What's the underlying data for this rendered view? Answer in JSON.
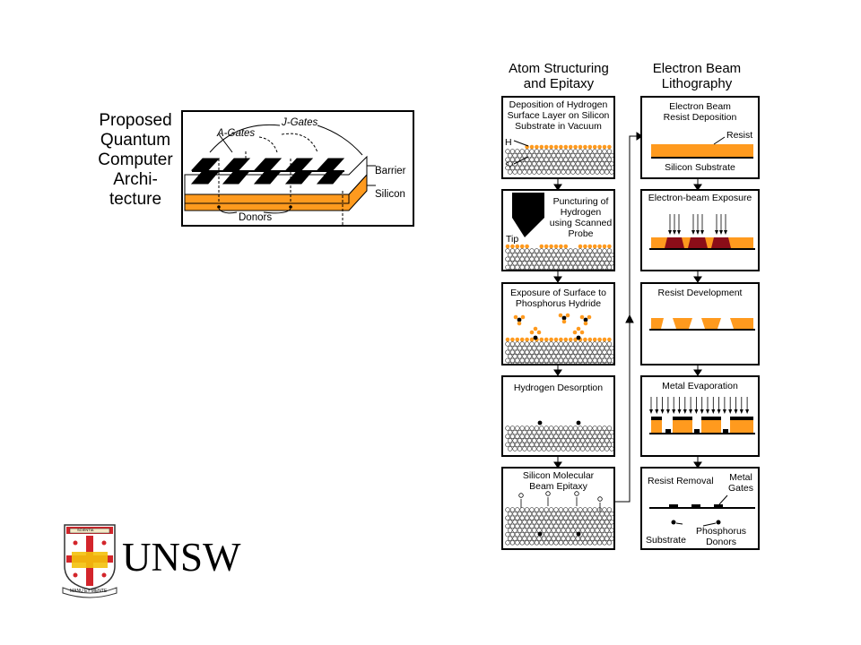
{
  "arch": {
    "title_lines": [
      "Proposed",
      "Quantum",
      "Computer",
      "Archi-",
      "tecture"
    ],
    "j_gates_label": "J-Gates",
    "a_gates_label": "A-Gates",
    "donors_label": "Donors",
    "barrier_label": "Barrier",
    "silicon_label": "Silicon"
  },
  "columns": {
    "left_header": [
      "Atom  Structuring",
      "and  Epitaxy"
    ],
    "right_header": [
      "Electron Beam",
      "Lithography"
    ]
  },
  "steps_left": [
    {
      "lines": [
        "Deposition of Hydrogen",
        "Surface Layer on Silicon",
        "Substrate in Vacuum"
      ],
      "h_label": "H",
      "si_label": "Si"
    },
    {
      "lines": [
        "Puncturing of",
        "Hydrogen",
        "using Scanned",
        "Probe"
      ],
      "tip_label": "Tip"
    },
    {
      "lines": [
        "Exposure of Surface to",
        "Phosphorus Hydride"
      ]
    },
    {
      "lines": [
        "Hydrogen Desorption"
      ]
    },
    {
      "lines": [
        "Silicon Molecular",
        "Beam Epitaxy"
      ]
    }
  ],
  "steps_right": [
    {
      "lines": [
        "Electron Beam",
        "Resist Deposition"
      ],
      "resist_label": "Resist",
      "substrate_label": "Silicon Substrate"
    },
    {
      "lines": [
        "Electron-beam  Exposure"
      ]
    },
    {
      "lines": [
        "Resist Development"
      ]
    },
    {
      "lines": [
        "Metal  Evaporation"
      ]
    },
    {
      "lines": [
        "Resist Removal"
      ],
      "metal_gates_label": [
        "Metal",
        "Gates"
      ],
      "substrate_label": "Substrate",
      "phosphorus_label": [
        "Phosphorus",
        "Donors"
      ]
    }
  ],
  "logo": {
    "text": "UNSW",
    "scroll_text": "SCIENTIA",
    "motto": "MANU ET MENTE"
  },
  "colors": {
    "orange": "#ff9a1e",
    "maroon": "#8b0d18",
    "unsw_red": "#d3252b",
    "unsw_gold": "#f3c10b"
  }
}
